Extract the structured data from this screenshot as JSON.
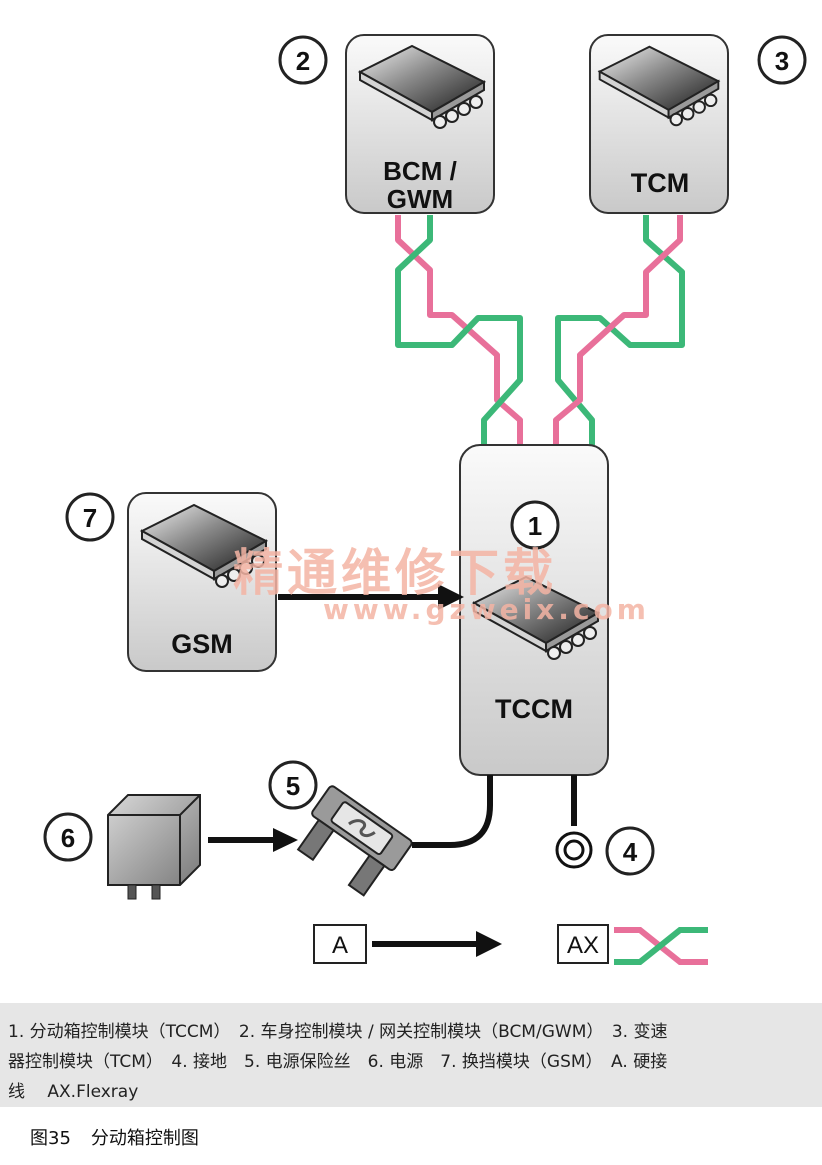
{
  "modules": {
    "bcm": {
      "callout": "2",
      "label_line1": "BCM /",
      "label_line2": "GWM"
    },
    "tcm": {
      "callout": "3",
      "label": "TCM"
    },
    "gsm": {
      "callout": "7",
      "label": "GSM"
    },
    "tccm": {
      "callout": "1",
      "label": "TCCM"
    },
    "fuse": {
      "callout": "5"
    },
    "power": {
      "callout": "6"
    },
    "ground": {
      "callout": "4"
    }
  },
  "legend": {
    "hardwire_label": "A",
    "flexray_label": "AX"
  },
  "watermark": {
    "line1": "精通维修下载",
    "line2": "www.gzweix.com"
  },
  "caption": {
    "line1": "1. 分动箱控制模块（TCCM）　2. 车身控制模块 / 网关控制模块（BCM/GWM）　3. 变速",
    "line2": "器控制模块（TCM）　4. 接地　5. 电源保险丝　6. 电源　7. 换挡模块（GSM）　A. 硬接",
    "line3": "线　 AX.Flexray"
  },
  "figure": {
    "number": "图35",
    "title": "分动箱控制图"
  },
  "colors": {
    "flexray_pink": "#e8709a",
    "flexray_green": "#3cb878",
    "wire": "#111111"
  }
}
